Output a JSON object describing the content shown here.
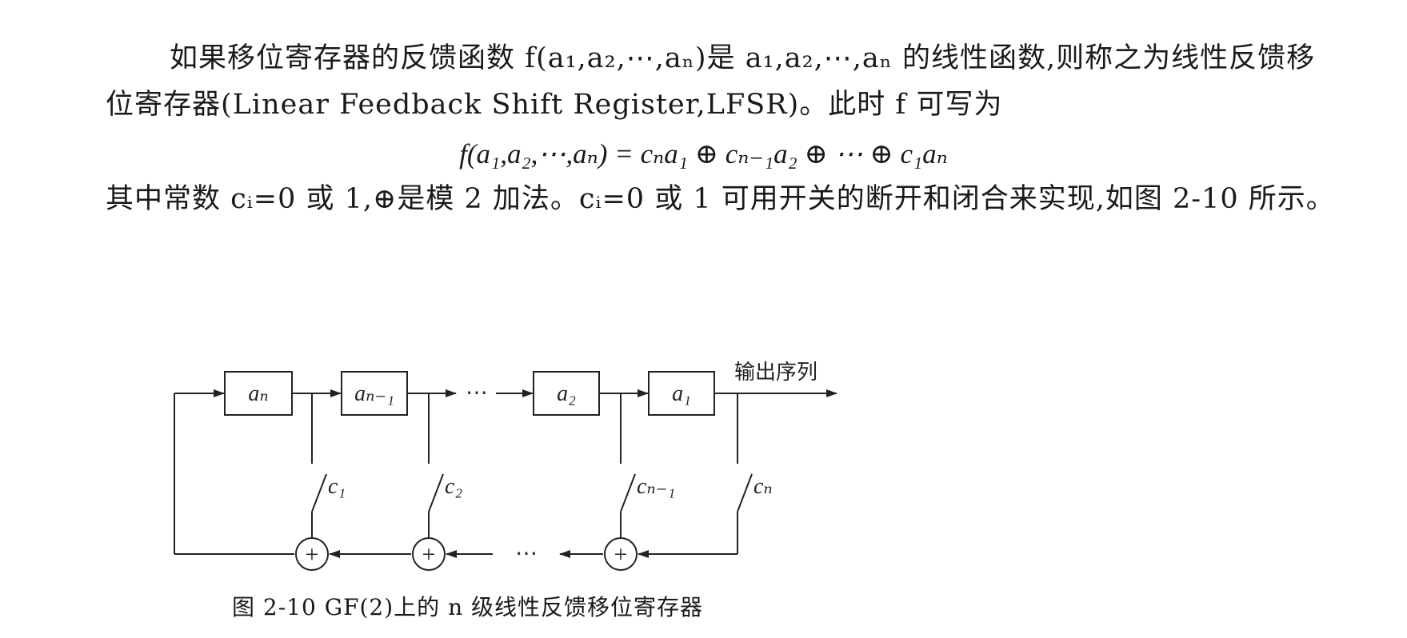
{
  "paragraph1": "如果移位寄存器的反馈函数 f(a₁,a₂,⋯,aₙ)是 a₁,a₂,⋯,aₙ 的线性函数,则称之为线性反馈移位寄存器(Linear Feedback Shift Register,LFSR)。此时 f 可写为",
  "formula": "f(a₁,a₂,⋯,aₙ) = cₙa₁ ⊕ cₙ₋₁a₂ ⊕ ⋯ ⊕ c₁aₙ",
  "paragraph2": "其中常数 cᵢ=0 或 1,⊕是模 2 加法。cᵢ=0 或 1 可用开关的断开和闭合来实现,如图 2-10 所示。",
  "figure": {
    "registers": [
      "aₙ",
      "aₙ₋₁",
      "a₂",
      "a₁"
    ],
    "switches": [
      "c₁",
      "c₂",
      "cₙ₋₁",
      "cₙ"
    ],
    "output_label": "输出序列",
    "ellipsis": "⋯",
    "xor_symbol": "+",
    "caption": "图 2-10   GF(2)上的 n 级线性反馈移位寄存器"
  }
}
